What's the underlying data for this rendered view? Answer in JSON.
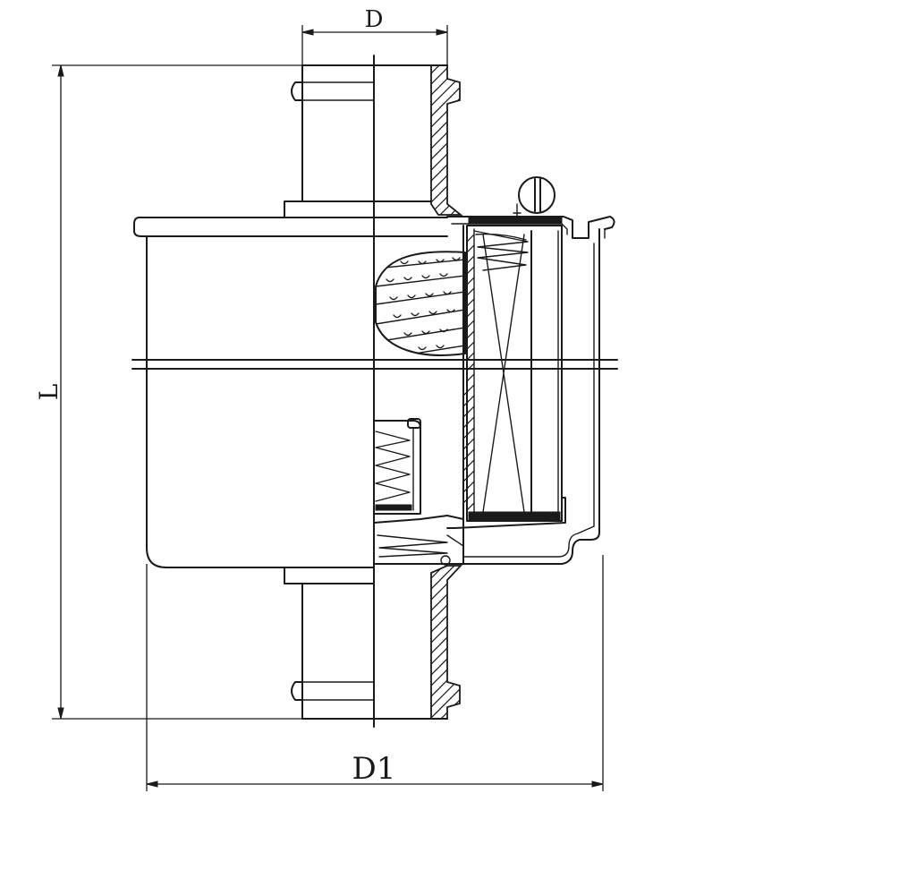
{
  "drawing": {
    "dimensions": {
      "top_diameter": "D",
      "overall_length": "L",
      "body_diameter": "D1"
    }
  }
}
